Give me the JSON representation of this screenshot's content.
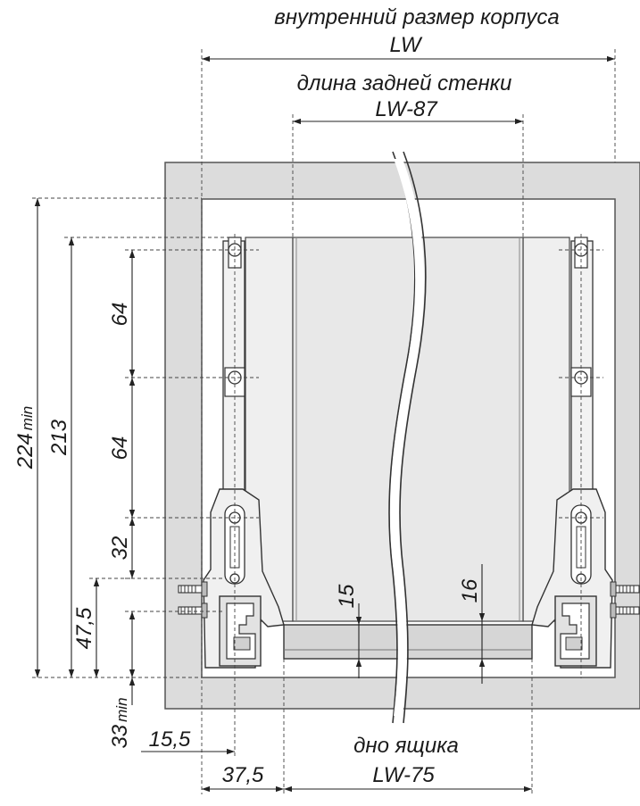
{
  "labels": {
    "inner_width_title": "внутренний размер корпуса",
    "inner_width_value": "LW",
    "back_wall_title": "длина задней стенки",
    "back_wall_value": "LW-87",
    "bottom_title": "дно ящика",
    "bottom_value": "LW-75"
  },
  "dimensions": {
    "d224": "224",
    "d224_suffix": "min",
    "d213": "213",
    "d64_top": "64",
    "d64_mid": "64",
    "d32": "32",
    "d47_5": "47,5",
    "d33": "33",
    "d33_suffix": "min",
    "d15_5": "15,5",
    "d37_5": "37,5",
    "d15": "15",
    "d16": "16"
  },
  "colors": {
    "cabinet_fill": "#dcdcdc",
    "drawer_fill": "#e9e9e9",
    "line": "#222222"
  }
}
